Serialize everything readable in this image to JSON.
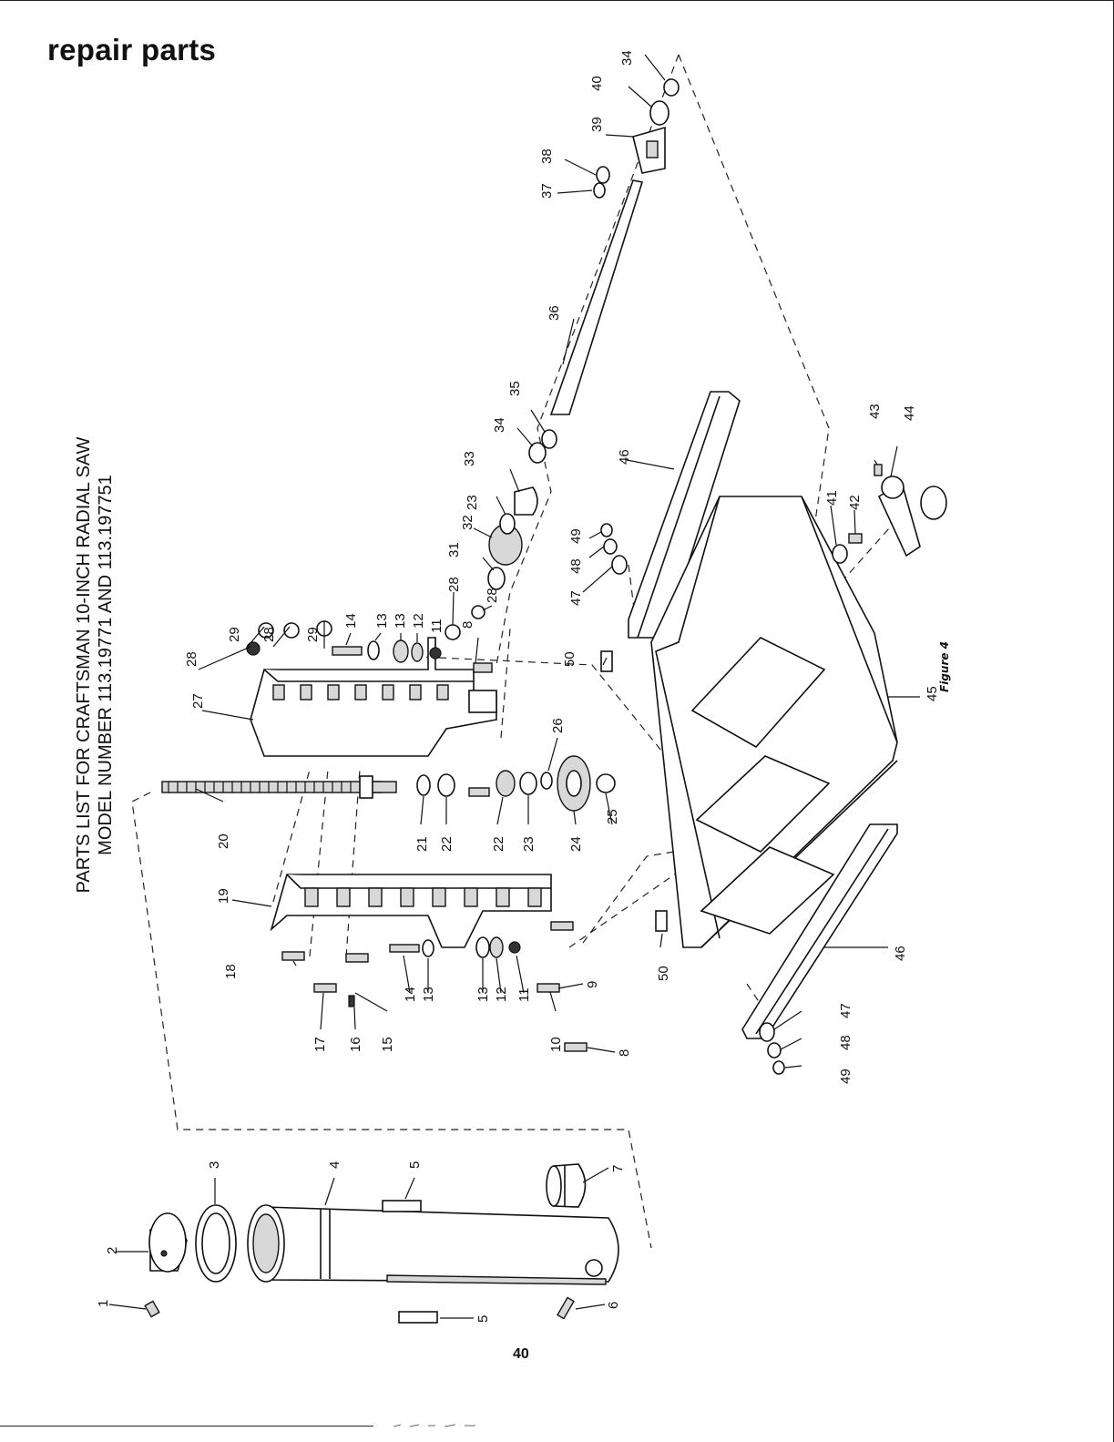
{
  "page": {
    "heading": "repair parts",
    "title_line_1": "PARTS LIST FOR CRAFTSMAN 10-INCH RADIAL SAW",
    "title_line_2": "MODEL NUMBER 113.19771 AND 113.197751",
    "figure_caption": "Figure 4",
    "page_number": "40"
  },
  "callouts": [
    {
      "id": "c1",
      "text": "1"
    },
    {
      "id": "c2",
      "text": "2"
    },
    {
      "id": "c3",
      "text": "3"
    },
    {
      "id": "c4",
      "text": "4"
    },
    {
      "id": "c5a",
      "text": "5"
    },
    {
      "id": "c5b",
      "text": "5"
    },
    {
      "id": "c6",
      "text": "6"
    },
    {
      "id": "c7",
      "text": "7"
    },
    {
      "id": "c8a",
      "text": "8"
    },
    {
      "id": "c8b",
      "text": "8"
    },
    {
      "id": "c9",
      "text": "9"
    },
    {
      "id": "c10",
      "text": "10"
    },
    {
      "id": "c11a",
      "text": "11"
    },
    {
      "id": "c11b",
      "text": "11"
    },
    {
      "id": "c12a",
      "text": "12"
    },
    {
      "id": "c12b",
      "text": "12"
    },
    {
      "id": "c13a",
      "text": "13"
    },
    {
      "id": "c13b",
      "text": "13"
    },
    {
      "id": "c13c",
      "text": "13"
    },
    {
      "id": "c13d",
      "text": "13"
    },
    {
      "id": "c14a",
      "text": "14"
    },
    {
      "id": "c14b",
      "text": "14"
    },
    {
      "id": "c15",
      "text": "15"
    },
    {
      "id": "c16",
      "text": "16"
    },
    {
      "id": "c17",
      "text": "17"
    },
    {
      "id": "c18",
      "text": "18"
    },
    {
      "id": "c19",
      "text": "19"
    },
    {
      "id": "c20",
      "text": "20"
    },
    {
      "id": "c21",
      "text": "21"
    },
    {
      "id": "c22a",
      "text": "22"
    },
    {
      "id": "c22b",
      "text": "22"
    },
    {
      "id": "c23a",
      "text": "23"
    },
    {
      "id": "c23b",
      "text": "23"
    },
    {
      "id": "c24",
      "text": "24"
    },
    {
      "id": "c25",
      "text": "25"
    },
    {
      "id": "c26",
      "text": "26"
    },
    {
      "id": "c27",
      "text": "27"
    },
    {
      "id": "c28a",
      "text": "28"
    },
    {
      "id": "c28b",
      "text": "28"
    },
    {
      "id": "c28c",
      "text": "28"
    },
    {
      "id": "c28d",
      "text": "28"
    },
    {
      "id": "c29a",
      "text": "29"
    },
    {
      "id": "c29b",
      "text": "29"
    },
    {
      "id": "c31",
      "text": "31"
    },
    {
      "id": "c32",
      "text": "32"
    },
    {
      "id": "c33",
      "text": "33"
    },
    {
      "id": "c34a",
      "text": "34"
    },
    {
      "id": "c34b",
      "text": "34"
    },
    {
      "id": "c35",
      "text": "35"
    },
    {
      "id": "c36",
      "text": "36"
    },
    {
      "id": "c37",
      "text": "37"
    },
    {
      "id": "c38",
      "text": "38"
    },
    {
      "id": "c39",
      "text": "39"
    },
    {
      "id": "c40",
      "text": "40"
    },
    {
      "id": "c41",
      "text": "41"
    },
    {
      "id": "c42",
      "text": "42"
    },
    {
      "id": "c43",
      "text": "43"
    },
    {
      "id": "c44",
      "text": "44"
    },
    {
      "id": "c45",
      "text": "45"
    },
    {
      "id": "c46a",
      "text": "46"
    },
    {
      "id": "c46b",
      "text": "46"
    },
    {
      "id": "c47a",
      "text": "47"
    },
    {
      "id": "c47b",
      "text": "47"
    },
    {
      "id": "c48a",
      "text": "48"
    },
    {
      "id": "c48b",
      "text": "48"
    },
    {
      "id": "c49a",
      "text": "49"
    },
    {
      "id": "c49b",
      "text": "49"
    },
    {
      "id": "c50a",
      "text": "50"
    },
    {
      "id": "c50b",
      "text": "50"
    }
  ]
}
